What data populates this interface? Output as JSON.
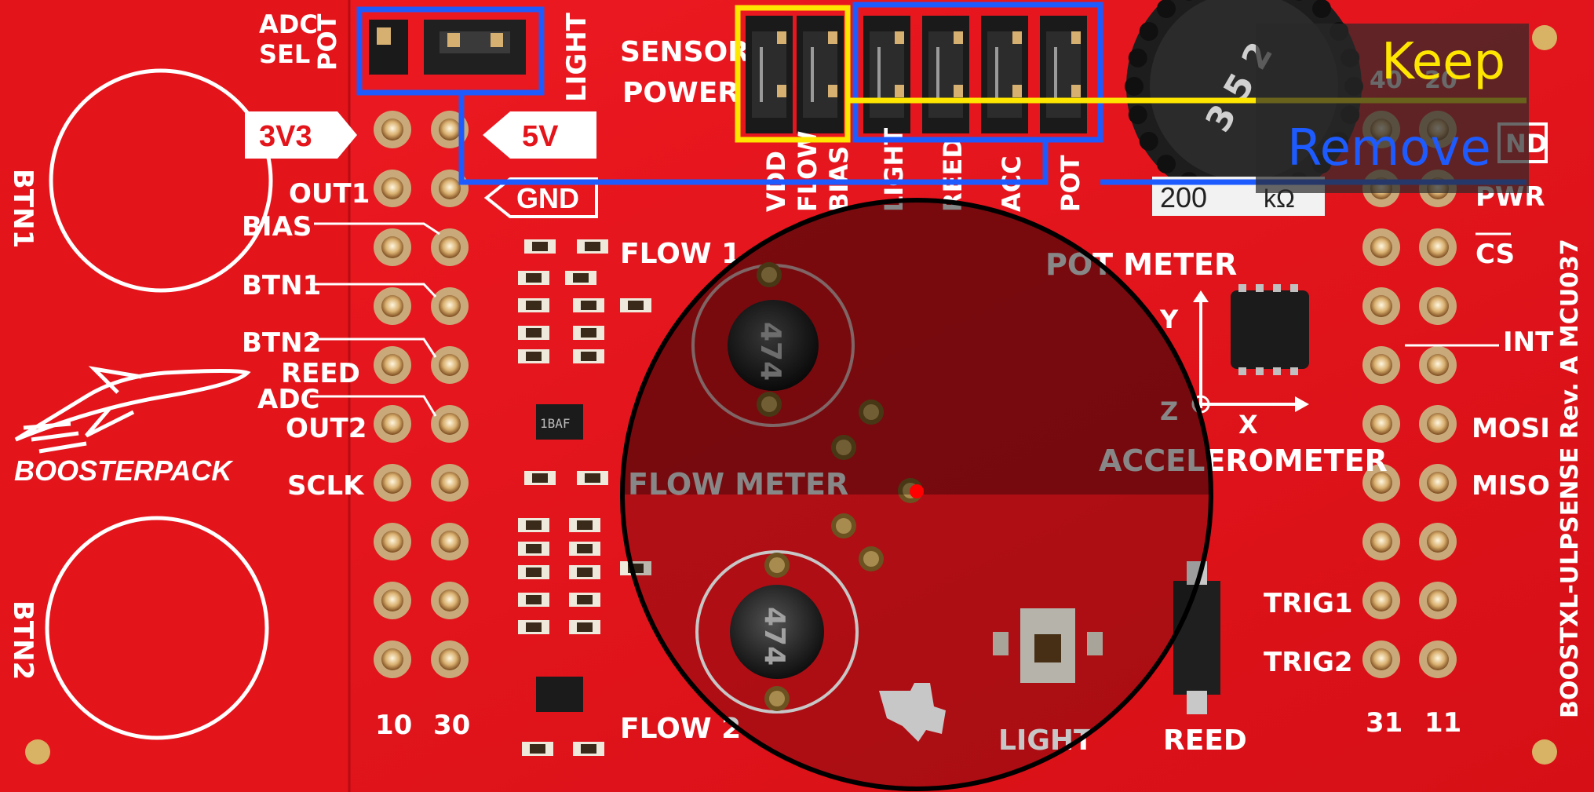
{
  "legend": {
    "keep": "Keep",
    "remove": "Remove",
    "keep_color": "#FFE600",
    "remove_color": "#1E5BFF"
  },
  "board": {
    "name": "BOOSTXL-ULPSENSE Rev. A MCU037",
    "logo_text": "BOOSTERPACK",
    "pcb_color": "#E8141C"
  },
  "silkscreen": {
    "adc_sel": "ADC\nSEL",
    "adc": "ADC",
    "sel": "SEL",
    "pot": "POT",
    "light_v": "LIGHT",
    "sensor": "SENSOR",
    "power": "POWER",
    "v3v3": "3V3",
    "v5": "5V",
    "gnd": "GND",
    "out1": "OUT1",
    "bias": "BIAS",
    "btn1": "BTN1",
    "btn2": "BTN2",
    "reed": "REED",
    "adc2": "ADC",
    "out2": "OUT2",
    "sclk": "SCLK",
    "flow1": "FLOW 1",
    "flow2": "FLOW 2",
    "flow_meter": "FLOW METER",
    "pot_meter": "POT METER",
    "accelerometer": "ACCELEROMETER",
    "light": "LIGHT",
    "reed2": "REED",
    "vdd": "VDD",
    "flow": "FLOW",
    "bias2": "BIAS",
    "light2": "LIGHT",
    "reed3": "REED",
    "acc": "ACC",
    "pot2": "POT",
    "pwr": "PWR",
    "cs": "CS",
    "int": "INT",
    "mosi": "MOSI",
    "miso": "MISO",
    "trig1": "TRIG1",
    "trig2": "TRIG2",
    "pin10": "10",
    "pin30": "30",
    "pin31": "31",
    "pin11": "11",
    "pin40": "40",
    "pin20": "20",
    "btn1_side": "BTN1",
    "btn2_side": "BTN2",
    "pot_value": "200",
    "pot_unit": "kΩ",
    "inductor1": "474",
    "inductor2": "474",
    "ic_mark": "1BAF",
    "axis_x": "X",
    "axis_y": "Y",
    "axis_z": "Z",
    "gnd_right": "ND",
    "pot_dial": "3 5 2"
  }
}
